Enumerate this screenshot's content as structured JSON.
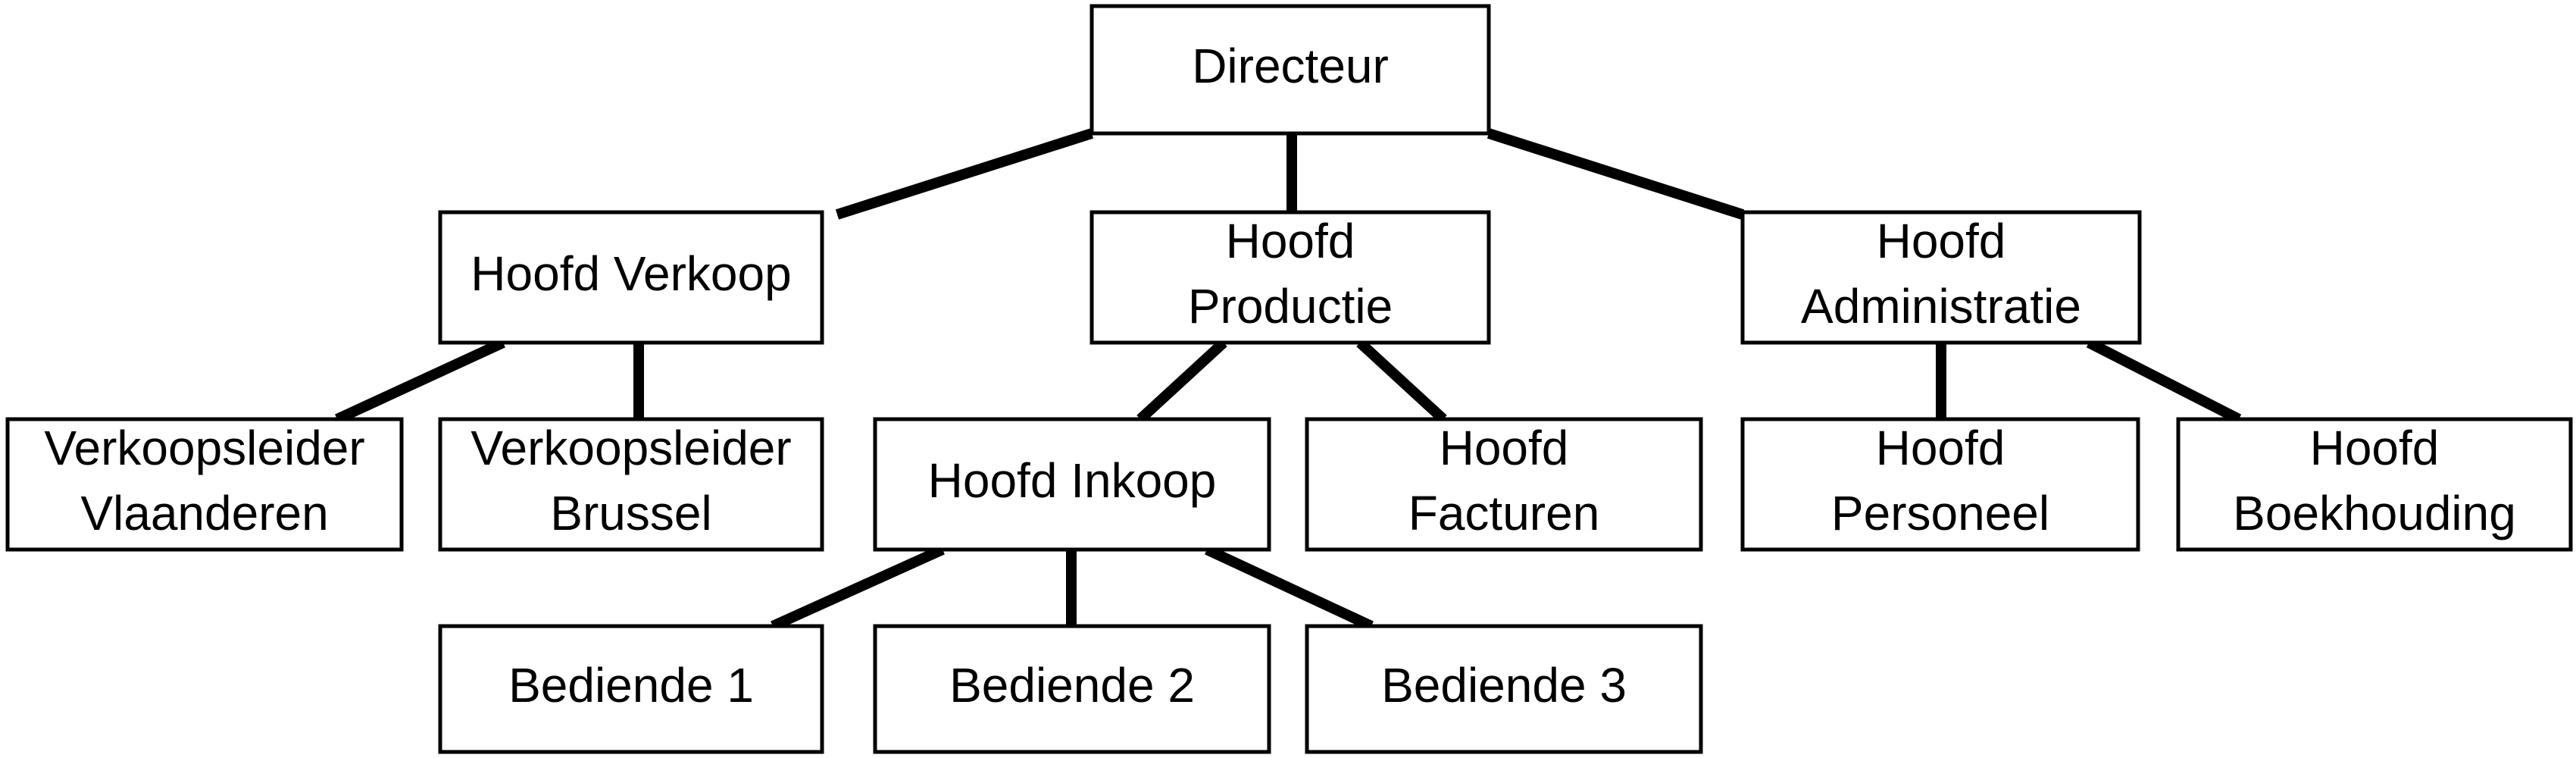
{
  "org_chart": {
    "directeur": [
      "Directeur"
    ],
    "hoofd_verkoop": [
      "Hoofd Verkoop"
    ],
    "hoofd_productie": [
      "Hoofd",
      "Productie"
    ],
    "hoofd_administratie": [
      "Hoofd",
      "Administratie"
    ],
    "verkoopsleider_vlaanderen": [
      "Verkoopsleider",
      "Vlaanderen"
    ],
    "verkoopsleider_brussel": [
      "Verkoopsleider",
      "Brussel"
    ],
    "hoofd_inkoop": [
      "Hoofd Inkoop"
    ],
    "hoofd_facturen": [
      "Hoofd",
      "Facturen"
    ],
    "hoofd_personeel": [
      "Hoofd",
      "Personeel"
    ],
    "hoofd_boekhouding": [
      "Hoofd",
      "Boekhouding"
    ],
    "bediende_1": [
      "Bediende 1"
    ],
    "bediende_2": [
      "Bediende 2"
    ],
    "bediende_3": [
      "Bediende 3"
    ]
  }
}
